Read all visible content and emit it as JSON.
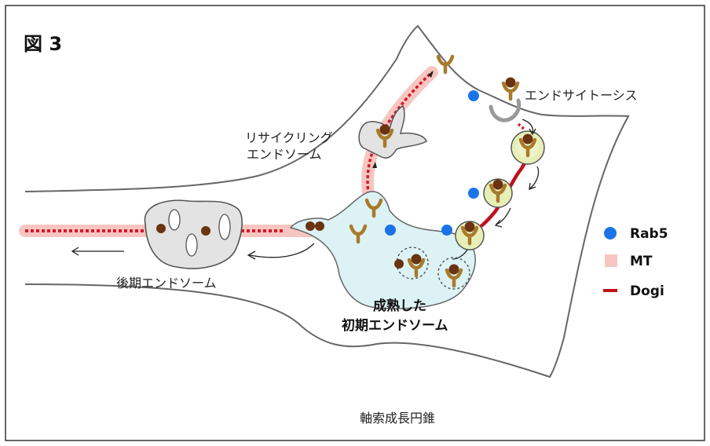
{
  "figure": {
    "label": "図 3",
    "labels": {
      "endocytosis": "エンドサイトーシス",
      "recycling_line1": "リサイクリング",
      "recycling_line2": "エンドソーム",
      "late_endosome": "後期エンドソーム",
      "mature_line1": "成熟した",
      "mature_line2": "初期エンドソーム",
      "growth_cone": "軸索成長円錐"
    }
  },
  "legend": {
    "items": [
      {
        "label": "Rab5",
        "symbol": "dot",
        "color": "#1a74e8"
      },
      {
        "label": "MT",
        "symbol": "band",
        "color": "#f7c6c1"
      },
      {
        "label": "Dogi",
        "symbol": "line",
        "color": "#c0101c"
      }
    ]
  },
  "colors": {
    "rab5": "#1a74e8",
    "mt": "#f7c6c1",
    "dogi": "#c0101c",
    "receptor": "#a87a2a",
    "cargo": "#6a3312",
    "endosome_fill": "#ddf2f5",
    "late_endosome_fill": "#e3e3e3",
    "vesicle_fill": "#eef2c9",
    "outline": "#555555"
  }
}
